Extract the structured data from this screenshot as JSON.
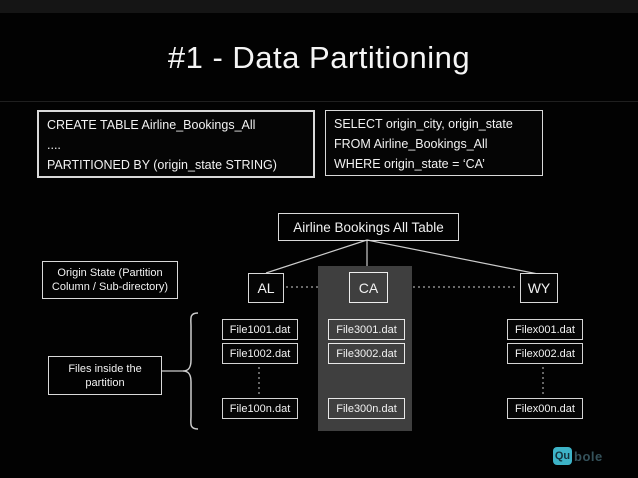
{
  "title": "#1 - Data Partitioning",
  "code_boxes": {
    "create": {
      "lines": [
        "CREATE TABLE Airline_Bookings_All",
        "....",
        "PARTITIONED BY (origin_state STRING)"
      ]
    },
    "select": {
      "lines": [
        "SELECT origin_city, origin_state",
        "FROM Airline_Bookings_All",
        "WHERE origin_state = ‘CA’"
      ]
    }
  },
  "diagram": {
    "root_label": "Airline Bookings All Table",
    "origin_note": {
      "line1": "Origin State (Partition",
      "line2": "Column / Sub-directory)"
    },
    "files_note": {
      "line1": "Files inside the",
      "line2": "partition"
    },
    "partitions": [
      {
        "label": "AL",
        "highlighted": false,
        "files": [
          "File1001.dat",
          "File1002.dat",
          "File100n.dat"
        ]
      },
      {
        "label": "CA",
        "highlighted": true,
        "files": [
          "File3001.dat",
          "File3002.dat",
          "File300n.dat"
        ]
      },
      {
        "label": "WY",
        "highlighted": false,
        "files": [
          "Filex001.dat",
          "Filex002.dat",
          "Filex00n.dat"
        ]
      }
    ]
  },
  "logo": {
    "badge": "Qu",
    "rest": "bole"
  },
  "colors": {
    "background": "#020202",
    "box_border": "#d9d9d9",
    "highlight_panel": "#3f3f3f",
    "logo_teal": "#3db3c7",
    "logo_badge_text": "#14333d",
    "logo_rest_text": "#35525b"
  }
}
